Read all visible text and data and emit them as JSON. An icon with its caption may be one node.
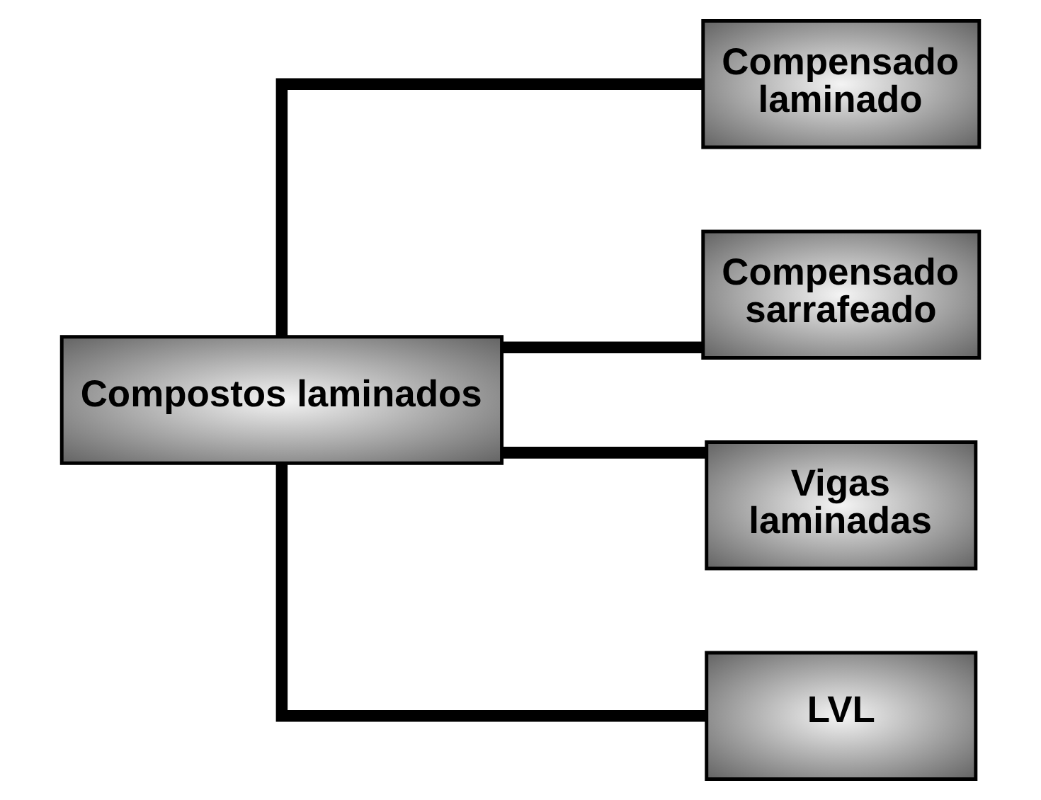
{
  "diagram": {
    "nodes": [
      {
        "text": [
          "Compostos laminados"
        ]
      },
      {
        "text": [
          "Compensado laminado"
        ]
      },
      {
        "text": [
          "Compensado sarrafeado"
        ]
      },
      {
        "text": [
          "Vigas laminadas"
        ]
      },
      {
        "text": [
          "LVL"
        ]
      }
    ],
    "edges": [
      {
        "from": 0,
        "to": 1,
        "arrow": "none"
      },
      {
        "from": 0,
        "to": 2,
        "arrow": "none"
      },
      {
        "from": 0,
        "to": 3,
        "arrow": "none"
      },
      {
        "from": 0,
        "to": 4,
        "arrow": "none"
      }
    ]
  }
}
